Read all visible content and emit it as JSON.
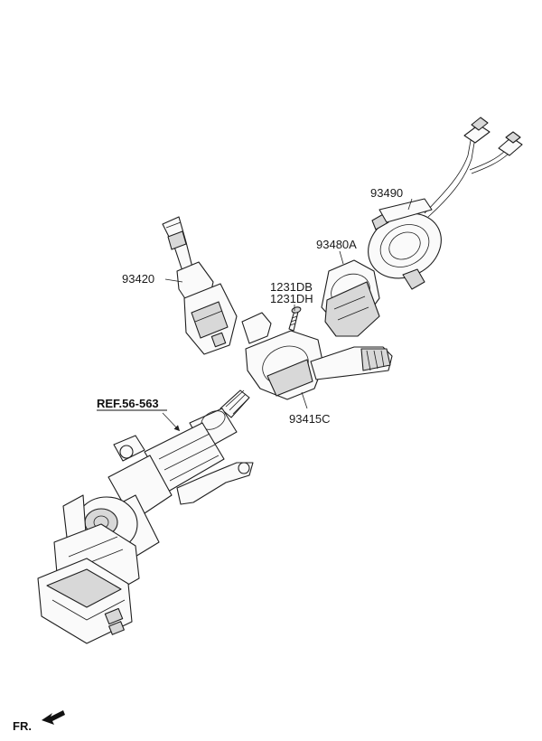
{
  "labels": {
    "p93490": "93490",
    "p93480A": "93480A",
    "p93420": "93420",
    "p1231DB": "1231DB",
    "p1231DH": "1231DH",
    "p93415C": "93415C",
    "ref": "REF.56-563",
    "fr": "FR."
  }
}
